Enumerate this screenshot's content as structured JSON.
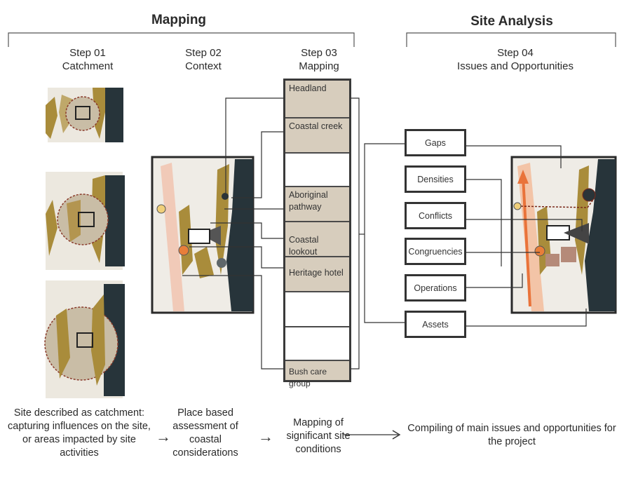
{
  "headers": {
    "mapping": "Mapping",
    "site_analysis": "Site Analysis"
  },
  "steps": {
    "s1": [
      "Step 01",
      "Catchment"
    ],
    "s2": [
      "Step 02",
      "Context"
    ],
    "s3": [
      "Step 03",
      "Mapping"
    ],
    "s4": [
      "Step 04",
      "Issues and Opportunities"
    ]
  },
  "mapping_items": [
    "Headland",
    "Coastal creek",
    "Aboriginal pathway",
    "Coastal lookout",
    "Heritage hotel",
    "Bush care group"
  ],
  "issues": [
    "Gaps",
    "Densities",
    "Conflicts",
    "Congruencies",
    "Operations",
    "Assets"
  ],
  "descriptions": {
    "d1": "Site described as catchment: capturing influences on the site, or areas impacted by site activities",
    "d2": "Place based assessment of coastal considerations",
    "d3": "Mapping of significant site conditions",
    "d4": "Compiling of main issues and opportunities for the project"
  },
  "colors": {
    "ocean": "#27343a",
    "ochre": "#a98c3b",
    "sand": "#d8ccb7",
    "dot_orange": "#e87e3a",
    "dot_yellow": "#f0cf7a",
    "dot_dark": "#2b3438",
    "box_fill": "#d7cdbd"
  }
}
